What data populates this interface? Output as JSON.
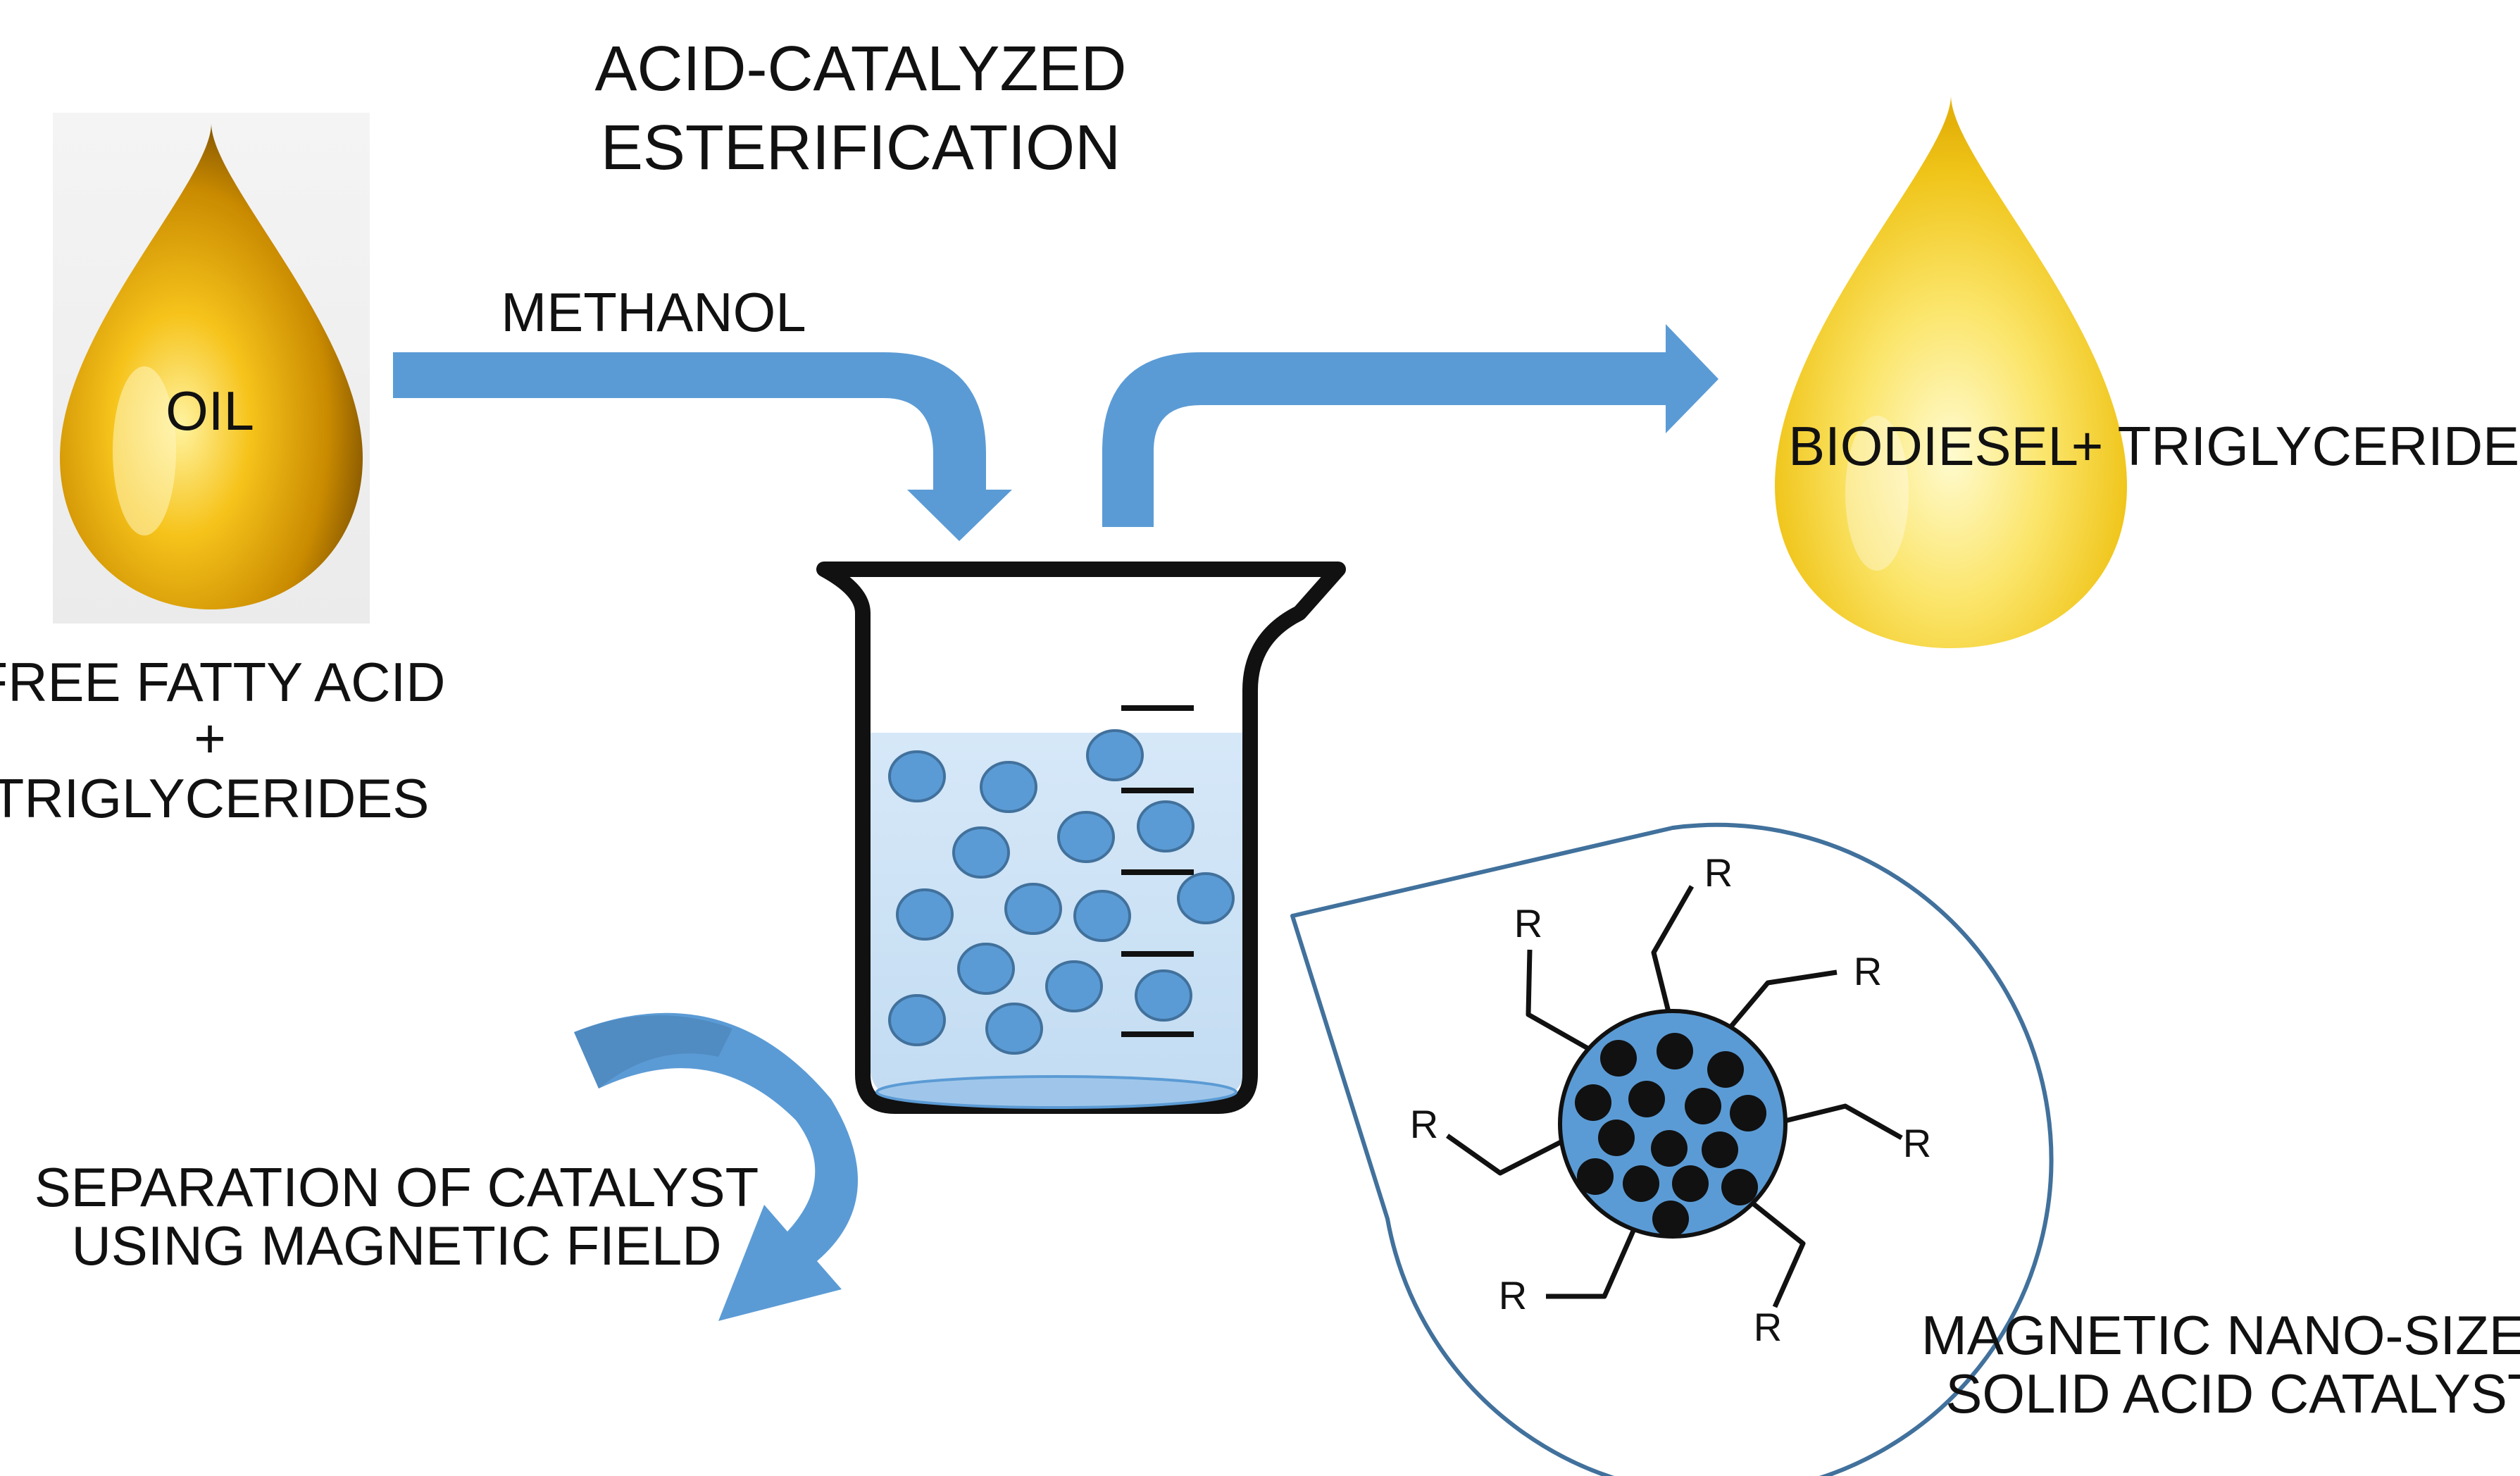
{
  "title": {
    "line1": "ACID-CATALYZED",
    "line2": "ESTERIFICATION"
  },
  "oil_drop": {
    "label": "OIL"
  },
  "feed": {
    "line1": "FREE FATTY ACID",
    "line2": "+",
    "line3": "TRIGLYCERIDES"
  },
  "methanol": {
    "label": "METHANOL"
  },
  "biodiesel_drop": {
    "label": "BIODIESEL"
  },
  "product_extra": {
    "label": "+ TRIGLYCERIDES"
  },
  "separation": {
    "line1": "SEPARATION OF CATALYST",
    "line2": "USING MAGNETIC FIELD"
  },
  "catalyst": {
    "line1": "MAGNETIC NANO-SIZED",
    "line2": "SOLID ACID CATALYST",
    "group_label": "R"
  },
  "colors": {
    "arrow": "#5b9bd5",
    "arrow_dark": "#4a80b5",
    "liquid": "#cfe4f7",
    "bead": "#5b9bd5",
    "bead_stroke": "#41719c",
    "beaker": "#111111",
    "core": "#111111",
    "callout_stroke": "#41719c",
    "oil_gold": "#e0a800",
    "biodiesel_yellow": "#f2c920"
  }
}
